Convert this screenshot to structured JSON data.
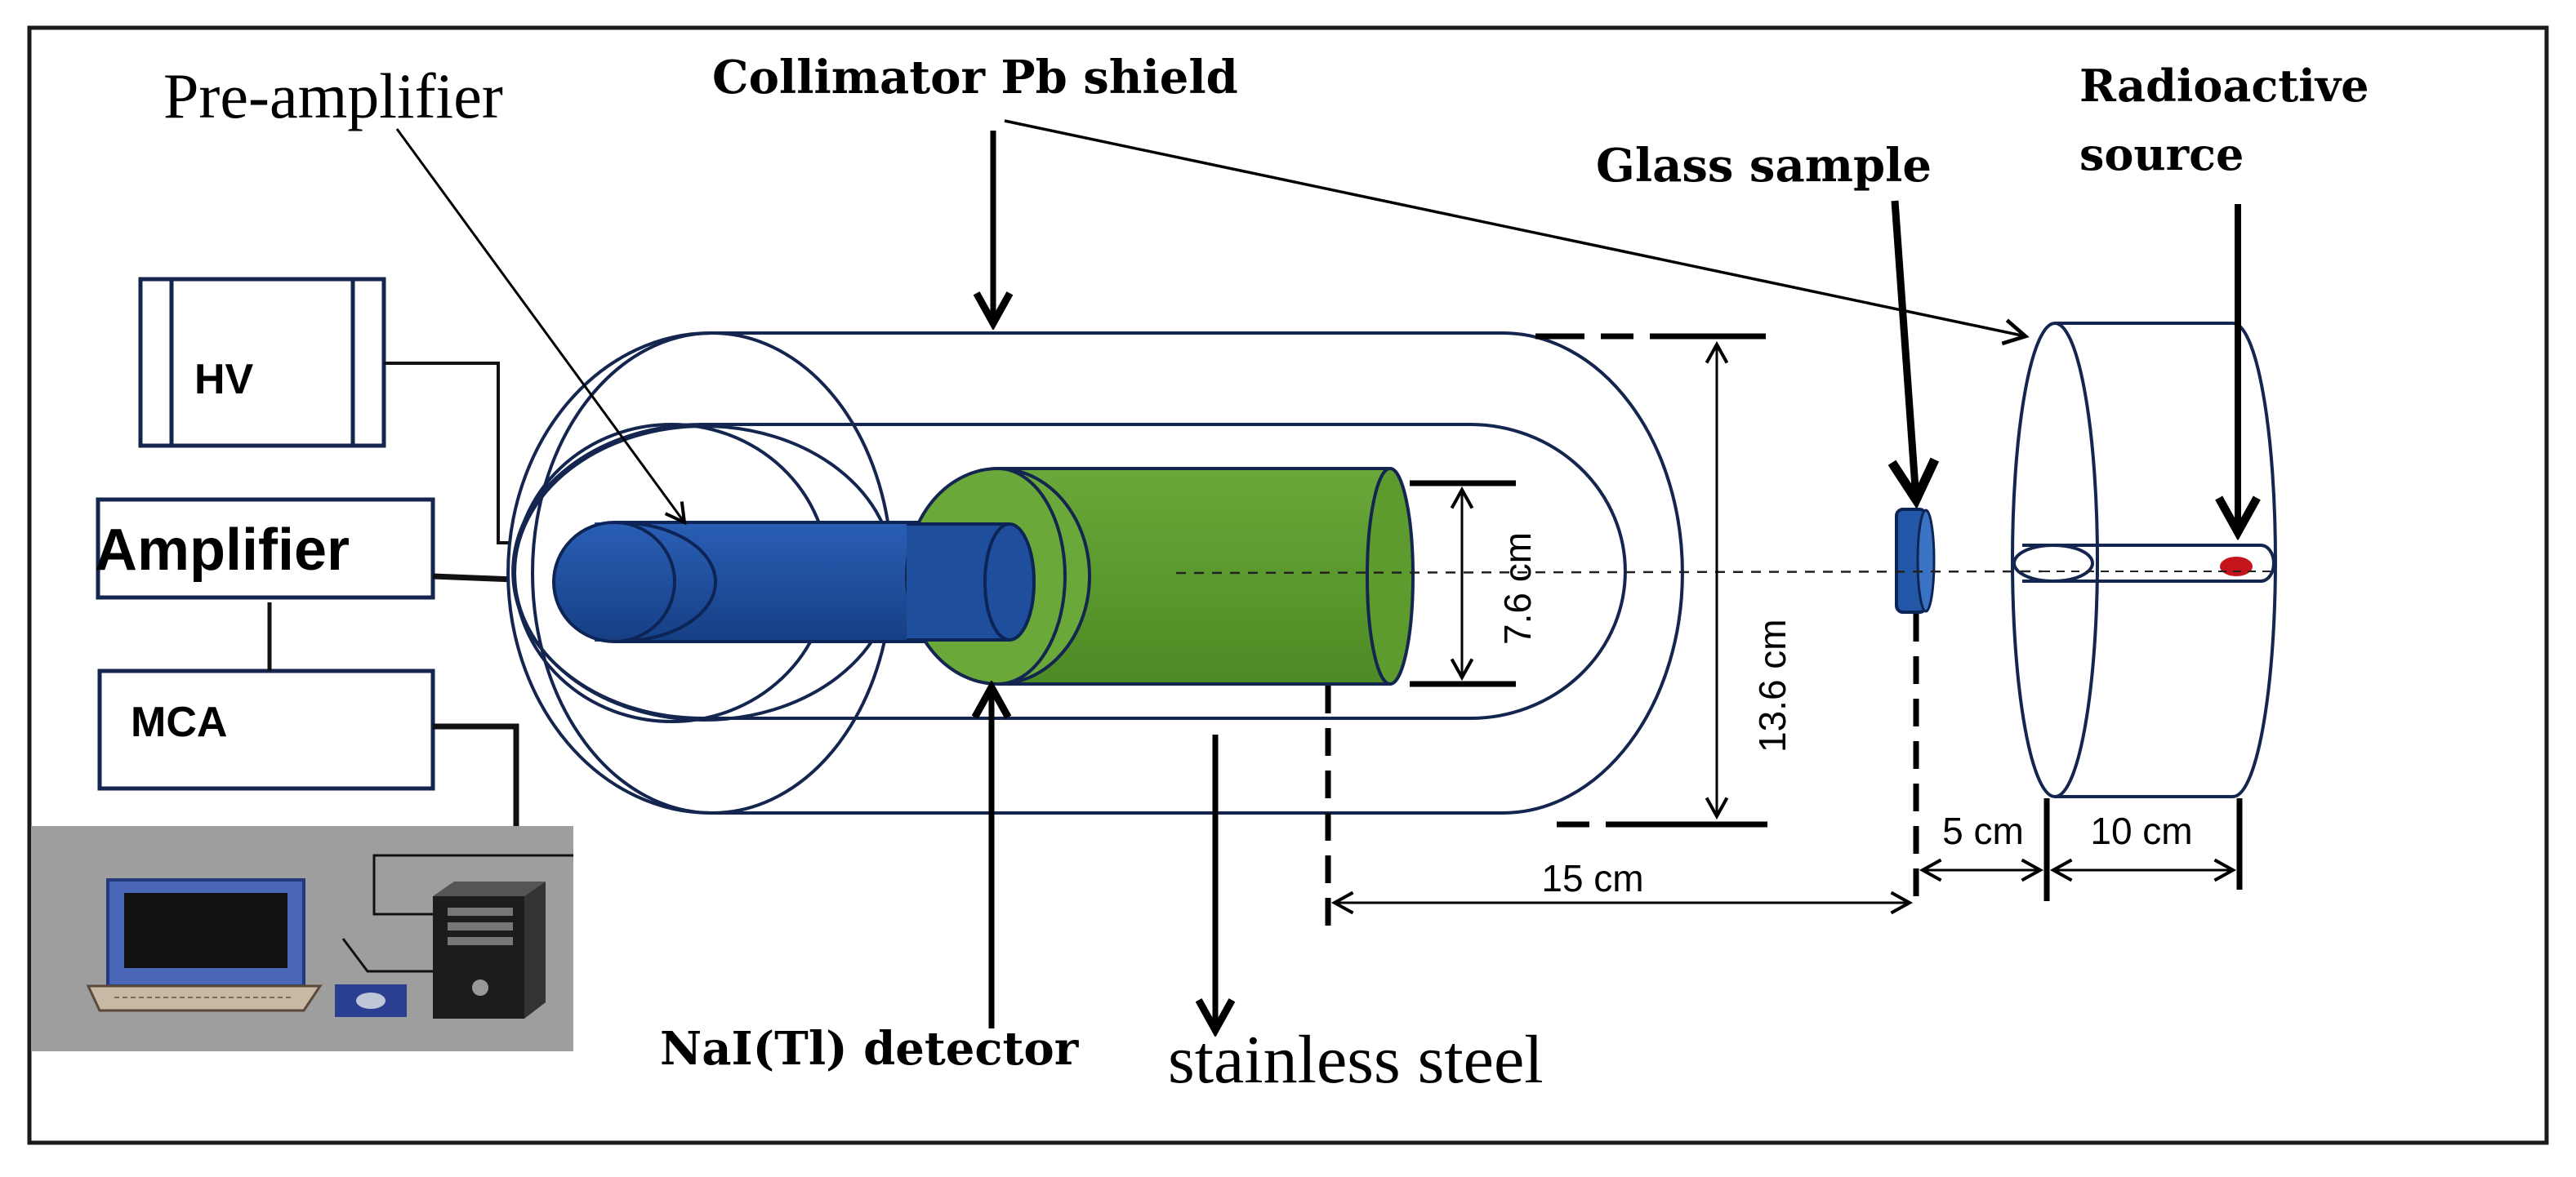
{
  "labels": {
    "pre_amplifier": "Pre-amplifier",
    "collimator": "Collimator  Pb shield",
    "glass_sample": "Glass  sample",
    "radioactive_line1": "Radioactive",
    "radioactive_line2": "source",
    "hv": "HV",
    "amplifier": "Amplifier",
    "mca": "MCA",
    "detector": "NaI(Tl)  detector",
    "stainless": "stainless steel"
  },
  "dimensions": {
    "d_7_6": "7.6 cm",
    "d_13_6": "13.6 cm",
    "d_15": "15 cm",
    "d_5": "5 cm",
    "d_10": "10 cm"
  },
  "colors": {
    "outline": "#14264f",
    "pre_amp_fill": "#1f4e9c",
    "detector_fill": "#5e9b2e",
    "detector_dark": "#3f7a1f",
    "source_dot": "#c4151c",
    "computer_panel": "#9e9e9e",
    "sample_fill": "#2357a8"
  }
}
